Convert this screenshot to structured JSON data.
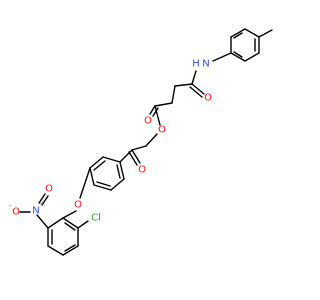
{
  "molecule": {
    "atom_labels": {
      "nh": "H",
      "n_amide": "N",
      "o_amide": "O",
      "o_ester_carbonyl": "O",
      "o_ester": "O",
      "o_ketone": "O",
      "o_ether": "O",
      "cl": "Cl",
      "n_nitro": "N",
      "nitro_plus": "+",
      "o_nitro_minus": "O",
      "minus": "-",
      "o_nitro": "O"
    },
    "colors": {
      "bond": "#000000",
      "nitrogen": "#3050F8",
      "oxygen": "#FF0D0D",
      "chlorine": "#1FA01F",
      "background": "#FFFFFF"
    }
  }
}
